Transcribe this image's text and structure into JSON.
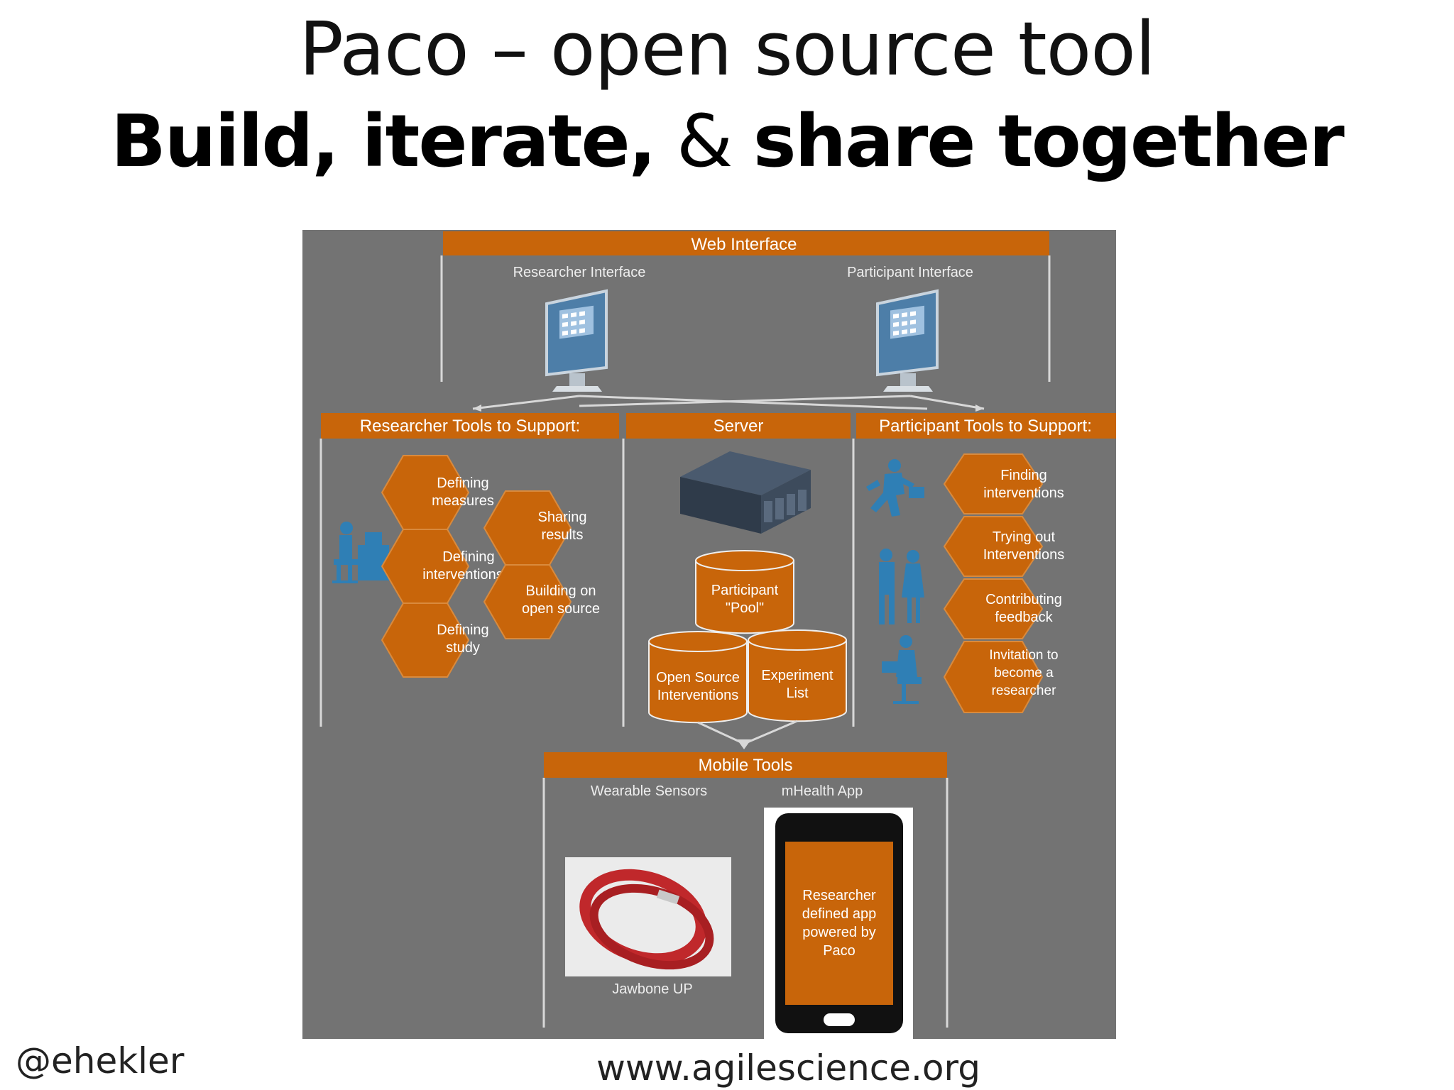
{
  "title": {
    "line1": "Paco – open source tool",
    "line2_part1": "Build, iterate,",
    "line2_amp": "&",
    "line2_part2": "share together"
  },
  "footer": {
    "handle": "@ehekler",
    "website": "www.agilescience.org"
  },
  "diagram": {
    "web_interface": {
      "header": "Web Interface",
      "researcher_interface": "Researcher Interface",
      "participant_interface": "Participant Interface"
    },
    "researcher_tools": {
      "header": "Researcher Tools to Support:",
      "hexes": {
        "defining_measures": [
          "Defining",
          "measures"
        ],
        "sharing_results": [
          "Sharing",
          "results"
        ],
        "defining_interventions": [
          "Defining",
          "interventions"
        ],
        "building_open_source": [
          "Building on",
          "open source"
        ],
        "defining_study": [
          "Defining",
          "study"
        ]
      }
    },
    "server": {
      "header": "Server",
      "participant_pool": [
        "Participant",
        "\"Pool\""
      ],
      "open_source_interventions": [
        "Open Source",
        "Interventions"
      ],
      "experiment_list": [
        "Experiment",
        "List"
      ]
    },
    "participant_tools": {
      "header": "Participant Tools to Support:",
      "hexes": {
        "finding": [
          "Finding",
          "interventions"
        ],
        "trying": [
          "Trying out",
          "Interventions"
        ],
        "contributing": [
          "Contributing",
          "feedback"
        ],
        "invitation": [
          "Invitation to",
          "become a",
          "researcher"
        ]
      }
    },
    "mobile_tools": {
      "header": "Mobile Tools",
      "wearable_sensors": "Wearable Sensors",
      "mhealth_app": "mHealth App",
      "jawbone": "Jawbone UP",
      "phone_screen": [
        "Researcher",
        "defined app",
        "powered by",
        "Paco"
      ]
    },
    "colors": {
      "background": "#737373",
      "orange": "#c8650a",
      "line": "#d8d8d8"
    }
  }
}
